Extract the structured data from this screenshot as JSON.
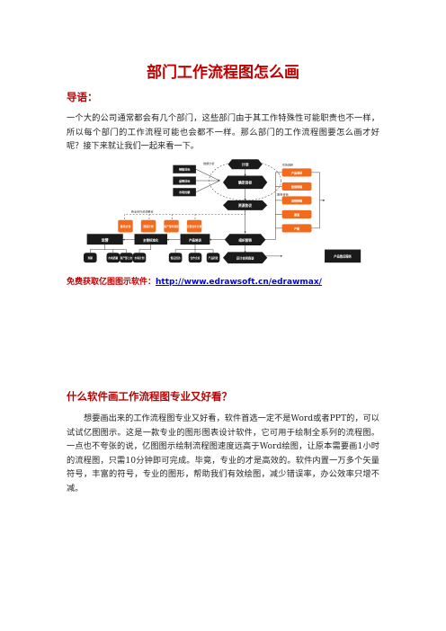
{
  "title": "部门工作流程图怎么画",
  "intro_heading": "导语：",
  "intro_text": "一个大的公司通常都会有几个部门，这些部门由于其工作特殊性可能职责也不一样，所以每个部门的工作流程可能也会都不一样。那么部门的工作流程图要怎么画才好呢？接下来就让我们一起来看一下。",
  "link_label": "免费获取亿图图示软件：",
  "link_url": "http://www.edrawsoft.cn/edrawmax/",
  "section_heading": "什么软件画工作流程图专业又好看？",
  "section_text": "想要画出来的工作流程图专业又好看，软件首选一定不是Word或者PPT的，可以试试亿图图示。这是一款专业的图形图表设计软件，它可用于绘制全系列的流程图。一点也不夸张的说，亿图图示绘制流程图速度远高于Word绘图，让原本需要画1小时的流程图，只需10分钟即可完成。毕竟，专业的才是高效的。软件内置一万多个矢量符号，丰富的符号，专业的图形，帮助我们有效绘图，减少错误率，办公效率只增不减。",
  "colors": {
    "heading": "#c00000",
    "link": "#0000ee",
    "node_dark": "#1a1a1a",
    "node_orange": "#f26b1d"
  },
  "diagram": {
    "nodes": {
      "plan": "计划",
      "goal": "确定目标",
      "sales_target": "销售目标",
      "product_target": "品牌目标",
      "market_share": "市场份额",
      "strategy": "资源协议",
      "operation": "运营",
      "craft": "主管标准化",
      "product_training": "产品培训",
      "marketing": "组织营销",
      "design_products": "设计合同商谈",
      "product_sales": "产品售后服务",
      "o1": "现场计划",
      "o2": "营销计划",
      "o3": "资产部外调控",
      "o4": "目营业外计划",
      "r1": "产品调研",
      "r2": "营销策略",
      "r3": "流程策略",
      "r4": "渠道",
      "r5": "产量",
      "c1": "到期",
      "c2": "市场质量",
      "c3": "资产部上市",
      "c4": "市场计划",
      "c5": "售后回访",
      "c6": "合作企业",
      "c7": "产品研发"
    },
    "edge_labels": {
      "a": "数据分析",
      "b": "市场调研",
      "c": "服务咨询",
      "d": "商业合作资源整合"
    }
  }
}
